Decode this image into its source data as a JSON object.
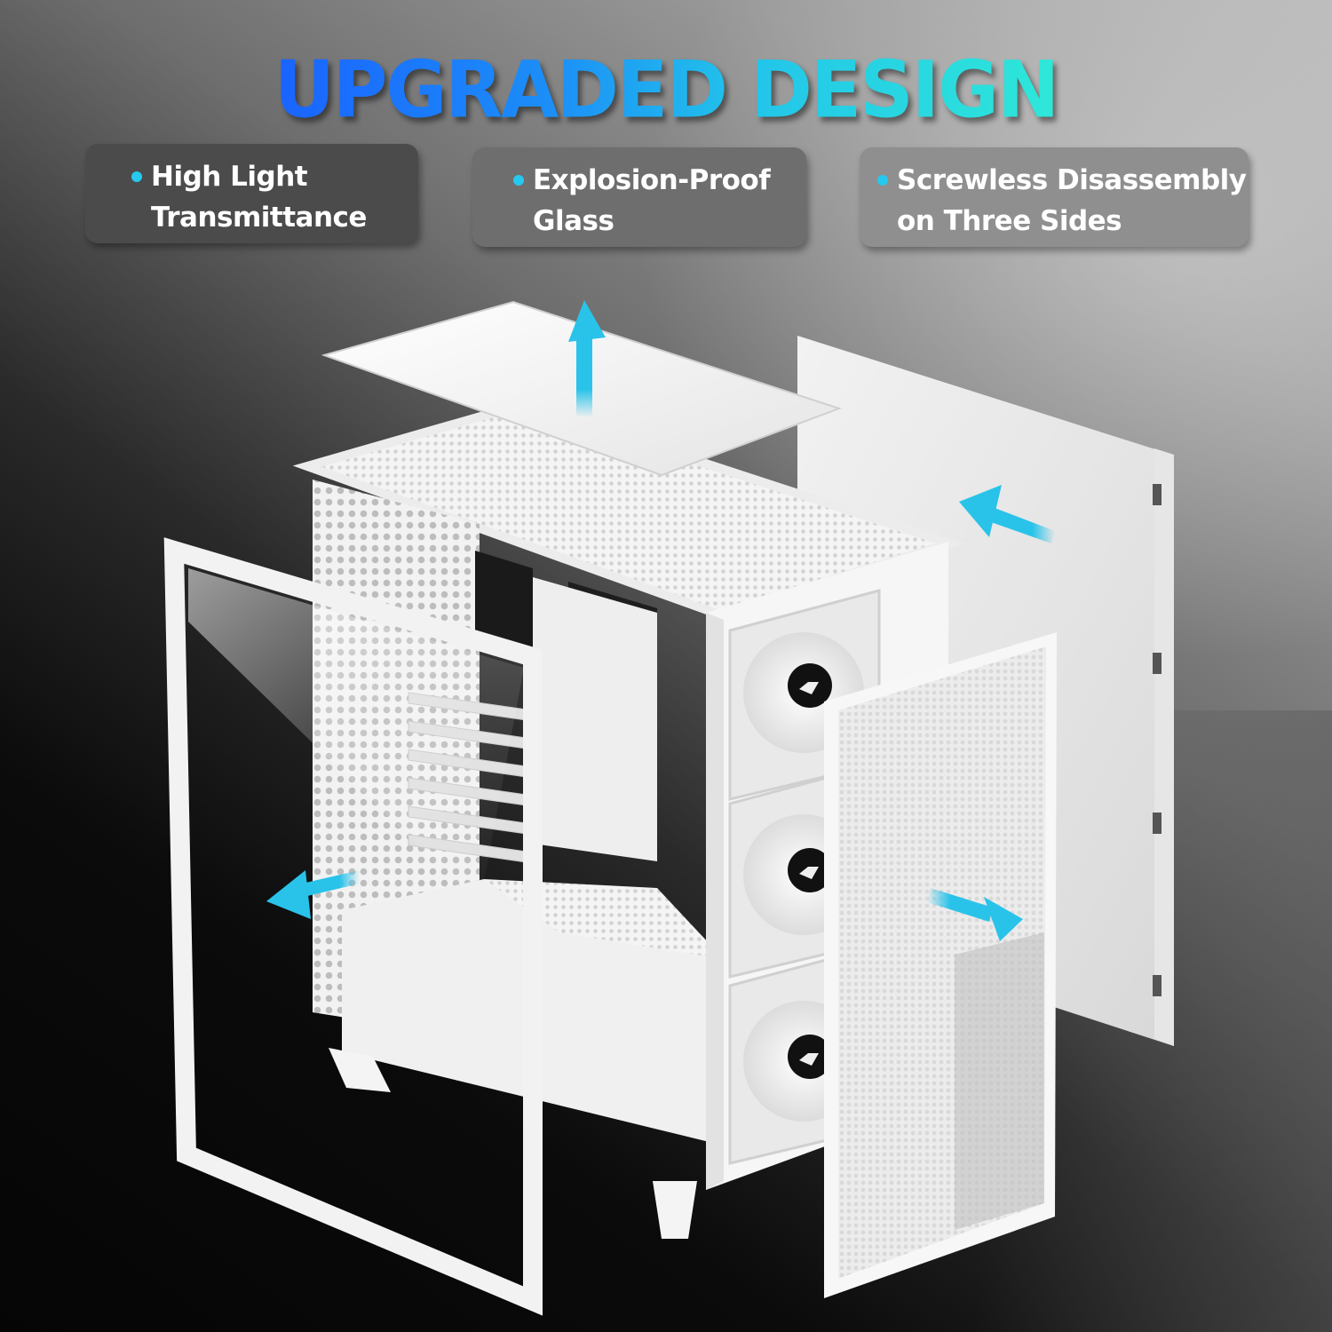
{
  "headline": "UPGRADED DESIGN",
  "features": [
    {
      "icon": "bullet-dot",
      "line1": "High Light",
      "line2": "Transmittance"
    },
    {
      "icon": "bullet-dot",
      "line1": "Explosion-Proof",
      "line2": "Glass"
    },
    {
      "icon": "bullet-dot",
      "line1": "Screwless Disassembly",
      "line2": "on Three Sides"
    }
  ],
  "product": {
    "description": "White PC tower case with exploded panels",
    "components": [
      "top-panel",
      "left-glass-side-panel",
      "right-side-panel",
      "front-mesh-panel",
      "front-fans-x3"
    ],
    "fan_count": 3
  },
  "arrows": [
    {
      "name": "arrow-up",
      "direction": "up",
      "component": "top-panel"
    },
    {
      "name": "arrow-left",
      "direction": "left",
      "component": "left-glass-side-panel"
    },
    {
      "name": "arrow-right-back",
      "direction": "left",
      "component": "right-side-panel"
    },
    {
      "name": "arrow-right-front",
      "direction": "right",
      "component": "front-mesh-panel"
    }
  ],
  "colors": {
    "headline_start": "#1a63ff",
    "headline_end": "#2ee8d8",
    "accent_cyan": "#25c9ef",
    "arrow_color": "#29c3ea",
    "case_white": "#f2f2f2"
  }
}
